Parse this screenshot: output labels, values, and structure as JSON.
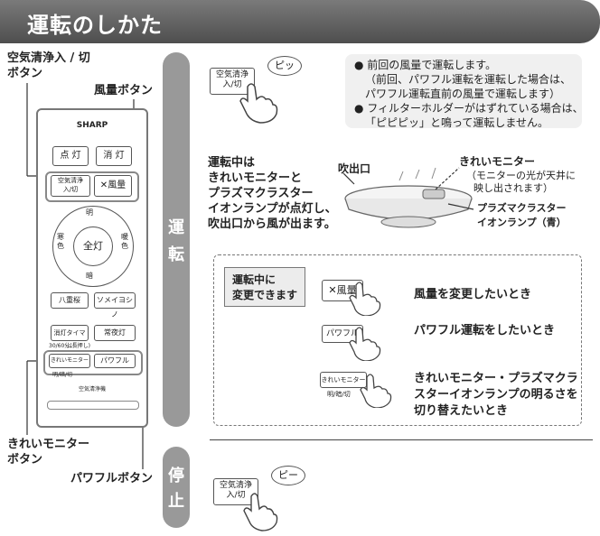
{
  "header": {
    "title": "運転のしかた"
  },
  "labels": {
    "power_button": "空気清浄入 / 切\nボタン",
    "fan_button": "風量ボタン",
    "monitor_button": "きれいモニター\nボタン",
    "powerful_button": "パワフルボタン"
  },
  "remote": {
    "brand": "SHARP",
    "light_on": "点 灯",
    "light_off": "消 灯",
    "air_power": "空気清浄\n入/切",
    "fan": "風量",
    "bright": "明",
    "dark": "暗",
    "cold": "寒\n色",
    "warm": "暖\n色",
    "full_light": "全灯",
    "yae": "八重桜",
    "someiyoshino": "ソメイヨシノ",
    "off_timer": "消灯タイマー",
    "night_light": "常夜灯",
    "timer_sub": "30/60分(長押し)",
    "monitor": "きれいモニター",
    "monitor_sub": "明/暗/切",
    "powerful": "パワフル",
    "footer": "空気清浄機"
  },
  "sections": {
    "run": {
      "chars": [
        "運",
        "転"
      ]
    },
    "stop": {
      "chars": [
        "停",
        "止"
      ]
    }
  },
  "run_step": {
    "button": "空気清浄\n入/切",
    "sound": "ピッ",
    "notes": [
      "● 前回の風量で運転します。",
      "（前回、パワフル運転を運転した場合は、",
      "パワフル運転直前の風量で運転します）",
      "● フィルターホルダーがはずれている場合は、",
      "「ピピピッ」と鳴って運転しません。"
    ]
  },
  "running": {
    "text": [
      "運転中は",
      "きれいモニターと",
      "プラズマクラスター",
      "イオンランプが点灯し、",
      "吹出口から風が出ます。"
    ],
    "outlet": "吹出口",
    "monitor_label": "きれいモニター",
    "monitor_note": [
      "（モニターの光が天井に",
      "映し出されます）"
    ],
    "plasma_label": [
      "プラズマクラスター",
      "イオンランプ（青）"
    ]
  },
  "changeable": {
    "title": [
      "運転中に",
      "変更できます"
    ],
    "items": [
      {
        "button": "風量",
        "desc": "風量を変更したいとき"
      },
      {
        "button": "パワフル",
        "desc": "パワフル運転をしたいとき"
      },
      {
        "button": "きれいモニター",
        "button_sub": "明/暗/切",
        "desc": [
          "きれいモニター・プラズマクラ",
          "スターイオンランプの明るさを",
          "切り替えたいとき"
        ]
      }
    ]
  },
  "stop_step": {
    "button": "空気清浄\n入/切",
    "sound": "ピー"
  }
}
